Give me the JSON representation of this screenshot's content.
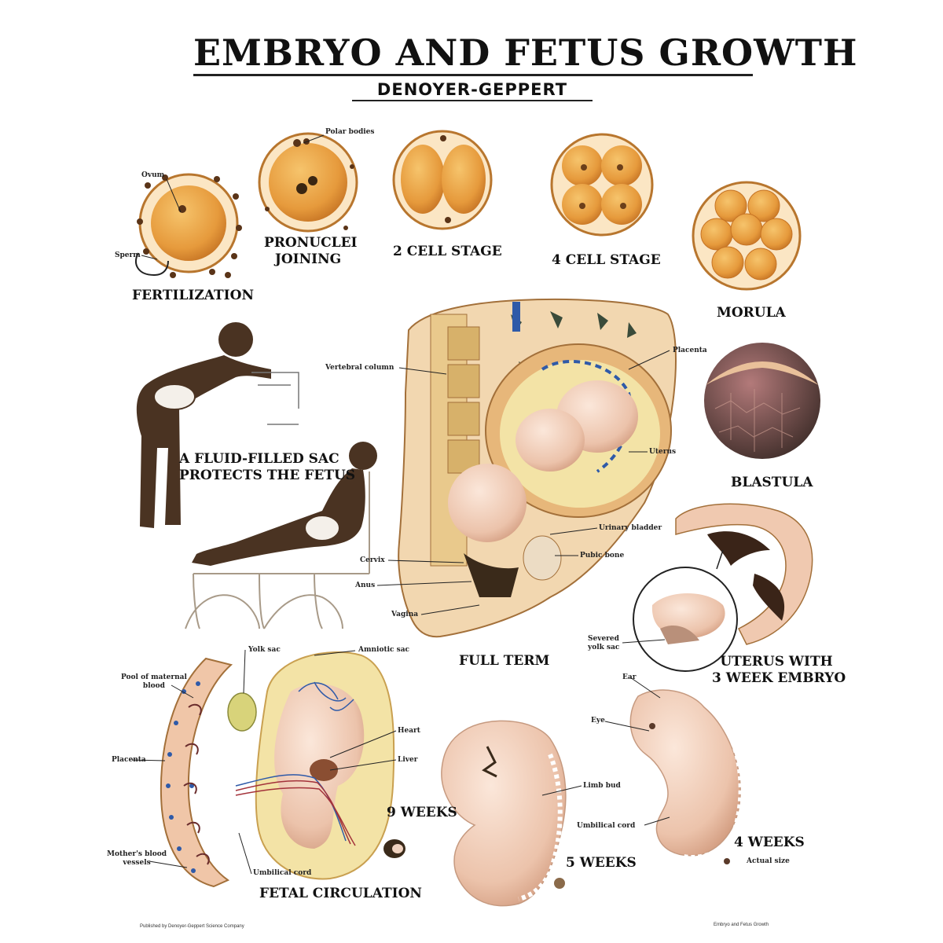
{
  "header": {
    "title": "EMBRYO AND FETUS GROWTH",
    "publisher": "DENOYER-GEPPERT"
  },
  "stages": {
    "fertilization": "FERTILIZATION",
    "pronuclei": [
      "PRONUCLEI",
      "JOINING"
    ],
    "two_cell": "2  CELL STAGE",
    "four_cell": "4  CELL STAGE",
    "morula": "MORULA",
    "blastula": "BLASTULA",
    "sac": [
      "A FLUID-FILLED SAC",
      "PROTECTS THE FETUS"
    ],
    "full_term": "FULL TERM",
    "uterus_embryo": [
      "UTERUS WITH",
      "3 WEEK EMBRYO"
    ],
    "fetal_circulation": "FETAL CIRCULATION",
    "nine_weeks": "9  WEEKS",
    "five_weeks": "5  WEEKS",
    "four_weeks": "4  WEEKS"
  },
  "labels": {
    "ovum": "Ovum",
    "sperm": "Sperm",
    "polar_bodies": "Polar bodies",
    "vertebral_column": "Vertebral column",
    "placenta": "Placenta",
    "uterus": "Uterus",
    "urinary_bladder": "Urinary bladder",
    "pubic_bone": "Pubic bone",
    "cervix": "Cervix",
    "anus": "Anus",
    "vagina": "Vagina",
    "severed_yolk_sac": [
      "Severed",
      "yolk sac"
    ],
    "yolk_sac": "Yolk sac",
    "amniotic_sac": "Amniotic sac",
    "pool_maternal_blood": [
      "Pool of maternal",
      "blood"
    ],
    "placenta_left": "Placenta",
    "heart": "Heart",
    "liver": "Liver",
    "mothers_blood_vessels": [
      "Mother's blood",
      "vessels"
    ],
    "umbilical_cord_left": "Umbilical cord",
    "limb_bud": "Limb bud",
    "ear": "Ear",
    "eye": "Eye",
    "umbilical_cord_right": "Umbilical cord",
    "actual_size": "Actual size"
  },
  "footer": {
    "publisher_line": "Published by  Denoyer-Geppert Science Company",
    "chart_name": "Embryo and Fetus Growth"
  },
  "colors": {
    "cell_fill": "#e8a64a",
    "cell_shade": "#c9782a",
    "membrane": "#b8762e",
    "silhouette": "#4a3322",
    "flesh": "#f2d2bf",
    "flesh_dark": "#d9a78d",
    "vein_blue": "#2f5aa8",
    "vessel_red": "#a3323a",
    "uterus_wall": "#e7b77a",
    "amnion": "#f3e3a6"
  }
}
